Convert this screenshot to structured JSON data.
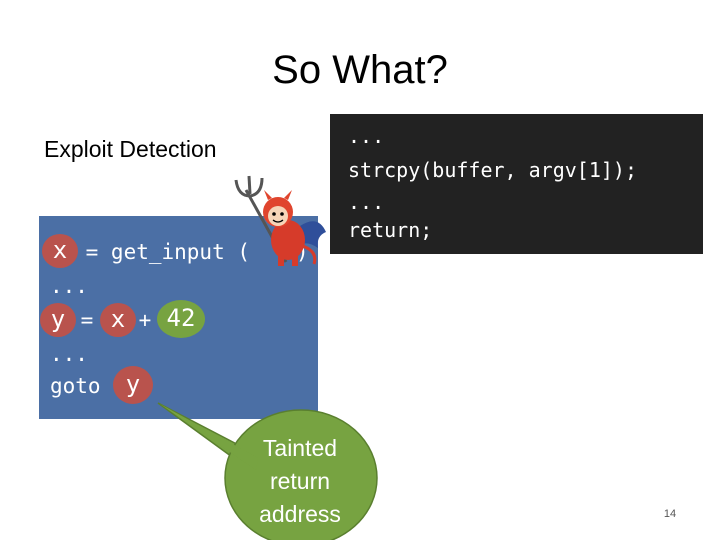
{
  "slide": {
    "title": "So What?",
    "section_label": "Exploit Detection",
    "tainted_code": {
      "line1_var": "x",
      "line1_rest": " = get_input (",
      "line1_end": ")",
      "line2": "...",
      "line3_var_y": "y",
      "line3_eq": " = ",
      "line3_var_x": "x",
      "line3_plus": " + ",
      "line3_num": "42",
      "line4": "...",
      "line5_kw": "goto ",
      "line5_var": "y"
    },
    "exploit_code": {
      "line1": "...",
      "line2": "strcpy(buffer, argv[1]);",
      "line3": "...",
      "line4": "return;"
    },
    "callout": {
      "line1": "Tainted",
      "line2": "return",
      "line3": "address"
    },
    "page_number": "14",
    "colors": {
      "code_blue_bg": "#4b6fa5",
      "code_dark_bg": "#222222",
      "taint_red": "#b9534d",
      "clean_green": "#77a341",
      "callout_green": "#77a341"
    },
    "icons": [
      "devil-icon"
    ]
  }
}
